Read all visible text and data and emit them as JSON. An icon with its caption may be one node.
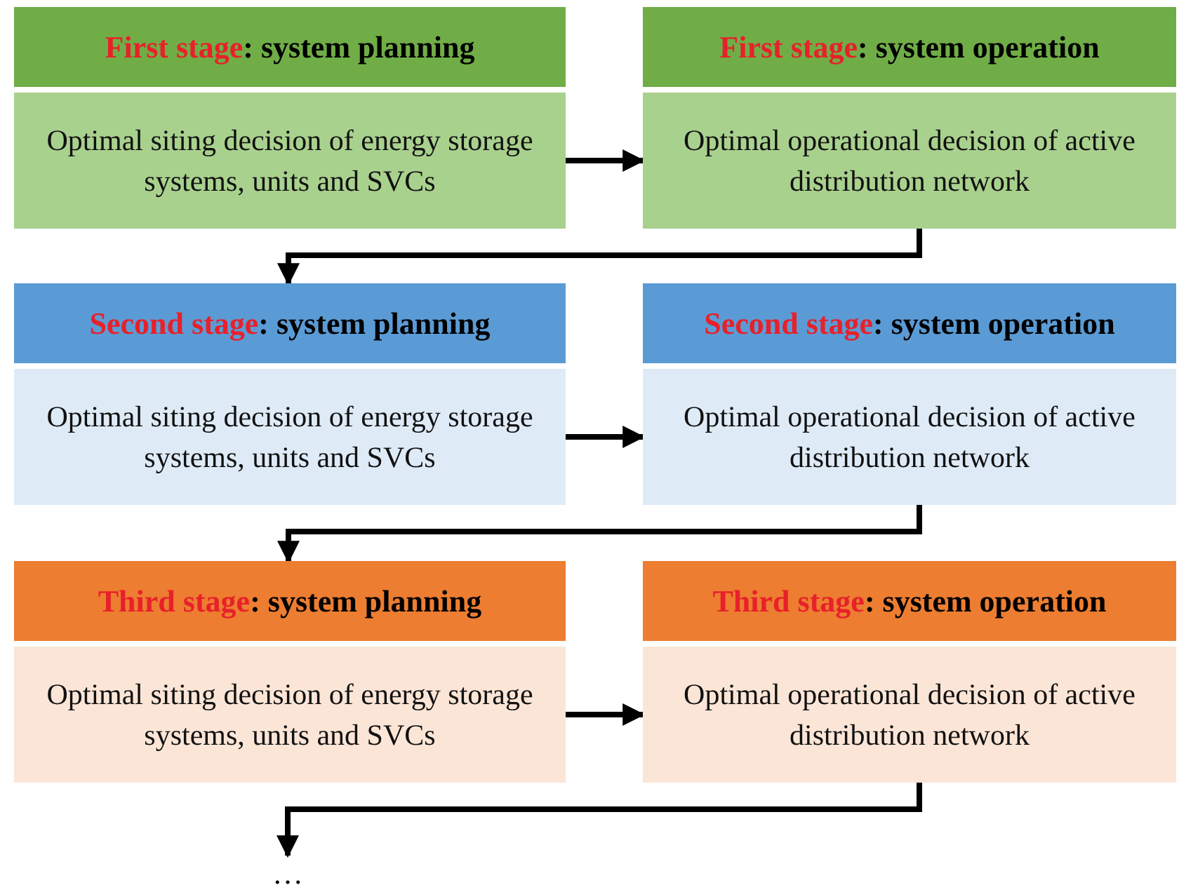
{
  "diagram": {
    "nodes": [
      {
        "text": [
          "First stage: system planning",
          "Optimal siting decision of energy storage systems, units and SVCs"
        ]
      },
      {
        "text": [
          "First stage: system operation",
          "Optimal operational decision of active distribution network"
        ]
      },
      {
        "text": [
          "Second stage: system planning",
          "Optimal siting decision of energy storage systems, units and SVCs"
        ]
      },
      {
        "text": [
          "Second stage: system operation",
          "Optimal operational decision of active distribution network"
        ]
      },
      {
        "text": [
          "Third stage: system planning",
          "Optimal siting decision of energy storage systems, units and SVCs"
        ]
      },
      {
        "text": [
          "Third stage: system operation",
          "Optimal operational decision of active distribution network"
        ]
      },
      {
        "text": [
          "…"
        ]
      }
    ],
    "edges": [
      {
        "from": 0,
        "to": 1,
        "arrow": "to"
      },
      {
        "from": 1,
        "to": 2,
        "arrow": "to"
      },
      {
        "from": 2,
        "to": 3,
        "arrow": "to"
      },
      {
        "from": 3,
        "to": 4,
        "arrow": "to"
      },
      {
        "from": 4,
        "to": 5,
        "arrow": "to"
      },
      {
        "from": 5,
        "to": 6,
        "arrow": "to"
      }
    ]
  }
}
